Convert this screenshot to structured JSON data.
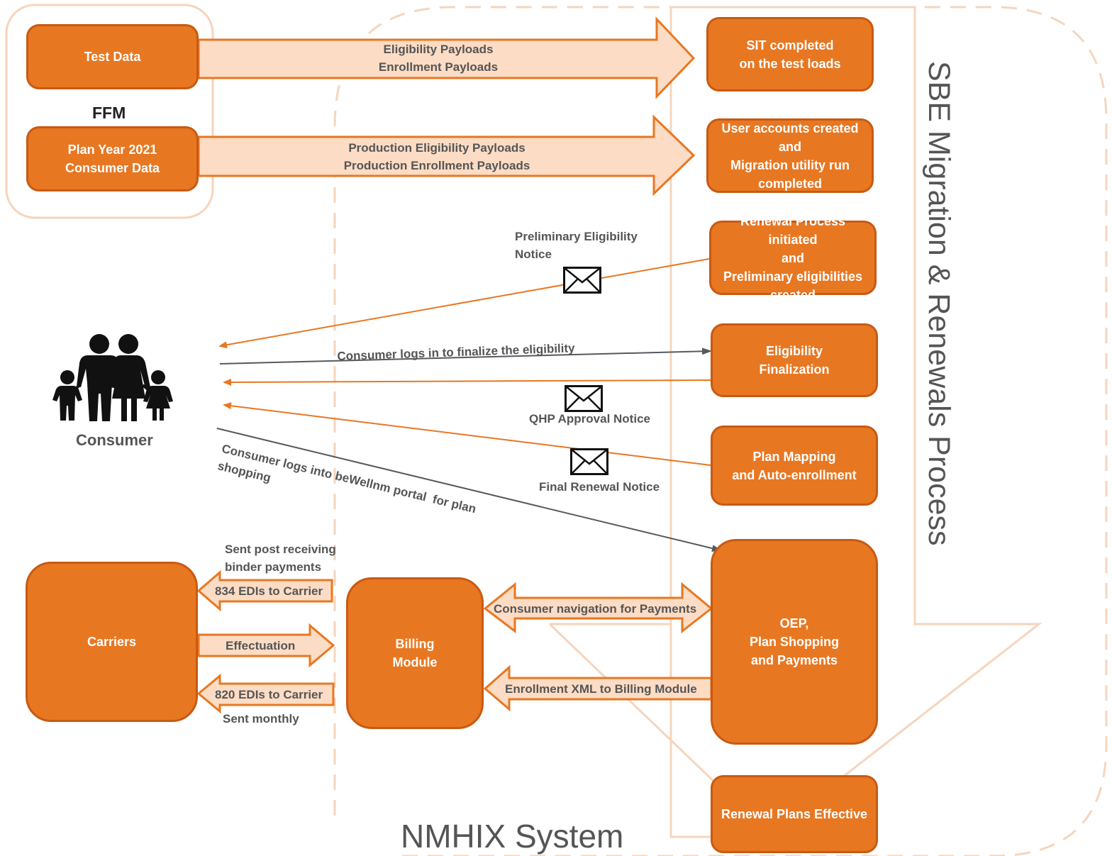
{
  "ffm_label": "FFM",
  "nmhix_label": "NMHIX System",
  "sbe_label": "SBE Migration & Renewals Process",
  "consumer_label": "Consumer",
  "boxes": {
    "test_data": "Test Data",
    "plan_year": "Plan Year 2021\nConsumer Data",
    "sit": "SIT completed\non the test loads",
    "user_accounts": "User accounts created and\nMigration utility run\ncompleted",
    "renewal_process": "Renewal Process initiated\nand\nPreliminary eligibilities\ncreated",
    "eligibility_final": "Eligibility\nFinalization",
    "plan_mapping": "Plan Mapping\nand Auto-enrollment",
    "oep": "OEP,\nPlan Shopping\nand Payments",
    "renewal_effective": "Renewal Plans Effective",
    "carriers": "Carriers",
    "billing": "Billing\nModule"
  },
  "arrows": {
    "eligibility_payloads": "Eligibility Payloads\nEnrollment Payloads",
    "production_payloads": "Production Eligibility Payloads\nProduction Enrollment Payloads",
    "consumer_nav": "Consumer navigation for Payments",
    "enrollment_xml": "Enrollment XML to Billing Module",
    "edi_834": "834 EDIs to Carrier",
    "effectuation": "Effectuation",
    "edi_820": "820 EDIs to Carrier"
  },
  "labels": {
    "preliminary_notice": "Preliminary Eligibility\nNotice",
    "consumer_login": "Consumer logs in to finalize the eligibility",
    "qhp_notice": "QHP Approval Notice",
    "final_notice": "Final Renewal Notice",
    "portal_login": "Consumer logs into beWellnm portal  for plan\nshopping",
    "sent_post": "Sent post receiving\nbinder payments",
    "sent_monthly": "Sent monthly"
  },
  "colors": {
    "box_fill": "#e87722",
    "box_border": "#c85a12",
    "arrow_fill": "#fcdcc4",
    "line_orange": "#e87722",
    "line_dark": "#555a60",
    "region_outline": "#f5d5bd"
  },
  "icons": [
    "envelope-icon",
    "family-icon"
  ]
}
